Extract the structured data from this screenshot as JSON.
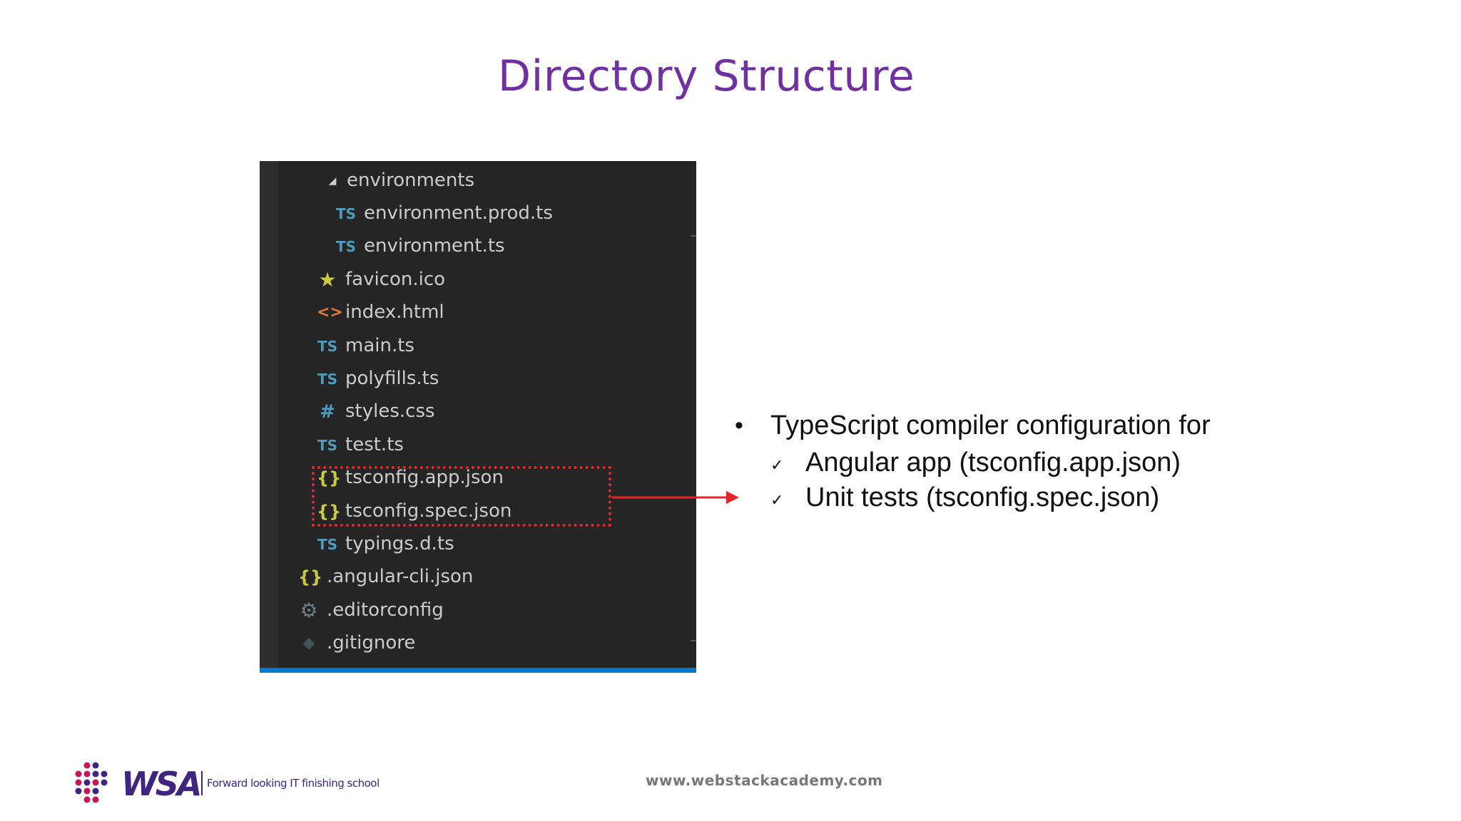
{
  "slide": {
    "title": "Directory Structure"
  },
  "explorer": {
    "items": [
      {
        "name": "environments",
        "icon": "expanded-folder-triangle"
      },
      {
        "name": "environment.prod.ts",
        "icon": "ts-icon",
        "glyph": "TS"
      },
      {
        "name": "environment.ts",
        "icon": "ts-icon",
        "glyph": "TS"
      },
      {
        "name": "favicon.ico",
        "icon": "star-icon",
        "glyph": "★"
      },
      {
        "name": "index.html",
        "icon": "html-icon",
        "glyph": "<>"
      },
      {
        "name": "main.ts",
        "icon": "ts-icon",
        "glyph": "TS"
      },
      {
        "name": "polyfills.ts",
        "icon": "ts-icon",
        "glyph": "TS"
      },
      {
        "name": "styles.css",
        "icon": "css-hash-icon",
        "glyph": "#"
      },
      {
        "name": "test.ts",
        "icon": "ts-icon",
        "glyph": "TS"
      },
      {
        "name": "tsconfig.app.json",
        "icon": "json-icon",
        "glyph": "{}"
      },
      {
        "name": "tsconfig.spec.json",
        "icon": "json-icon",
        "glyph": "{}"
      },
      {
        "name": "typings.d.ts",
        "icon": "ts-icon",
        "glyph": "TS"
      },
      {
        "name": ".angular-cli.json",
        "icon": "json-icon",
        "glyph": "{}"
      },
      {
        "name": ".editorconfig",
        "icon": "gear-icon",
        "glyph": "⚙"
      },
      {
        "name": ".gitignore",
        "icon": "git-icon",
        "glyph": "◆"
      }
    ],
    "highlight_color": "#e8232b",
    "accent_bar_color": "#007acc"
  },
  "bullets": {
    "main": "TypeScript compiler configuration for",
    "subs": [
      "Angular app (tsconfig.app.json)",
      "Unit tests (tsconfig.spec.json)"
    ],
    "bullet_glyph": "•",
    "check_glyph": "✓"
  },
  "footer": {
    "url": "www.webstackacademy.com",
    "logo_text": "WSA",
    "tagline": "Forward looking IT finishing school"
  },
  "colors": {
    "title": "#7030a0",
    "brand": "#3f2580",
    "brand_dots": "#c2185b"
  }
}
